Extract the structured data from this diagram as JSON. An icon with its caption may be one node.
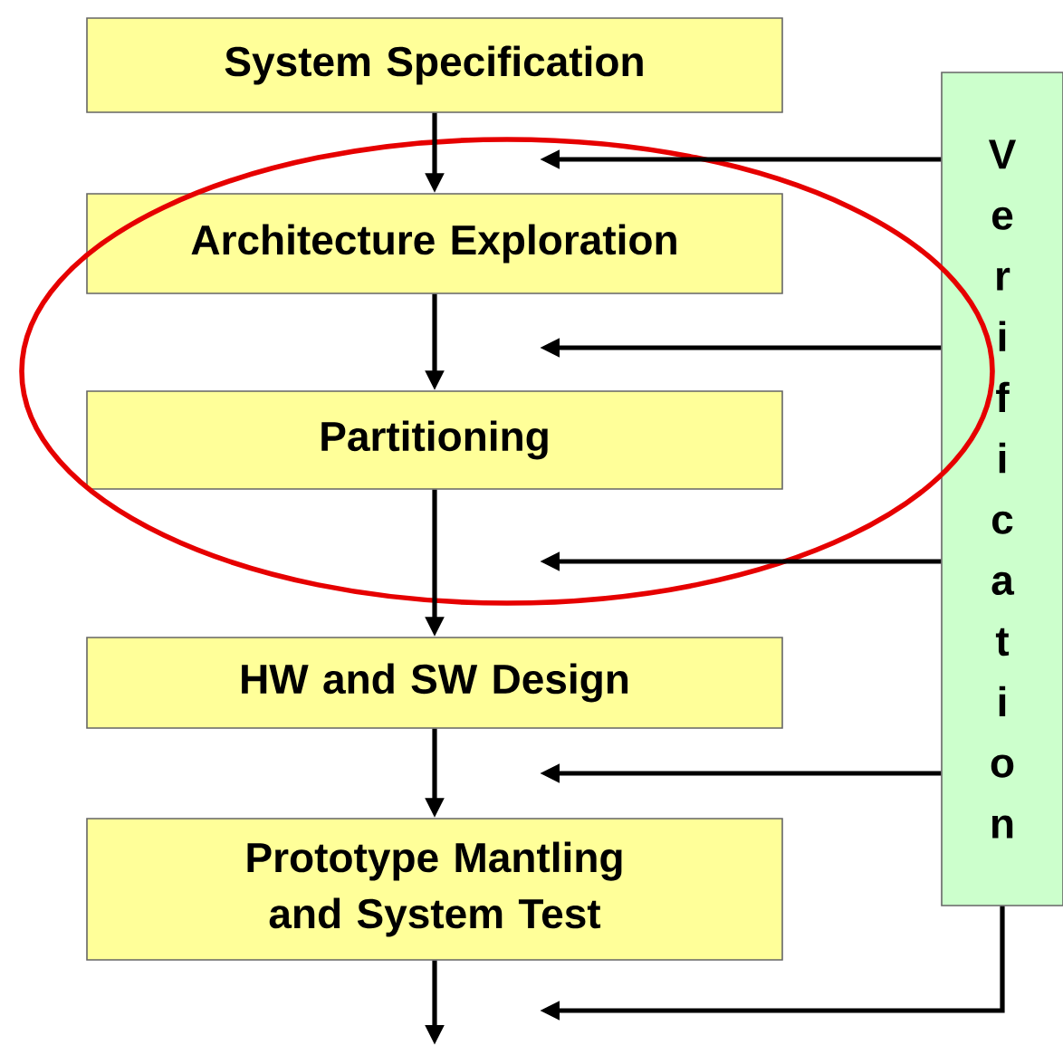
{
  "diagram": {
    "nodes": [
      {
        "text": [
          "System Specification"
        ]
      },
      {
        "text": [
          "Architecture Exploration"
        ]
      },
      {
        "text": [
          "Partitioning"
        ]
      },
      {
        "text": [
          "HW and SW Design"
        ]
      },
      {
        "text": [
          "Prototype Mantling and System Test"
        ]
      },
      {
        "text": [
          "Verification"
        ]
      }
    ],
    "edges": [
      {
        "from": 0,
        "to": 1,
        "arrow": "to"
      },
      {
        "from": 1,
        "to": 2,
        "arrow": "to"
      },
      {
        "from": 2,
        "to": 3,
        "arrow": "to"
      },
      {
        "from": 3,
        "to": 4,
        "arrow": "to"
      },
      {
        "from": 4,
        "to": null,
        "arrow": "to"
      },
      {
        "from": 5,
        "to": null,
        "arrow": "to"
      },
      {
        "from": 5,
        "to": null,
        "arrow": "to"
      },
      {
        "from": 5,
        "to": null,
        "arrow": "to"
      },
      {
        "from": 5,
        "to": null,
        "arrow": "to"
      },
      {
        "from": 5,
        "to": null,
        "arrow": "to"
      }
    ]
  }
}
